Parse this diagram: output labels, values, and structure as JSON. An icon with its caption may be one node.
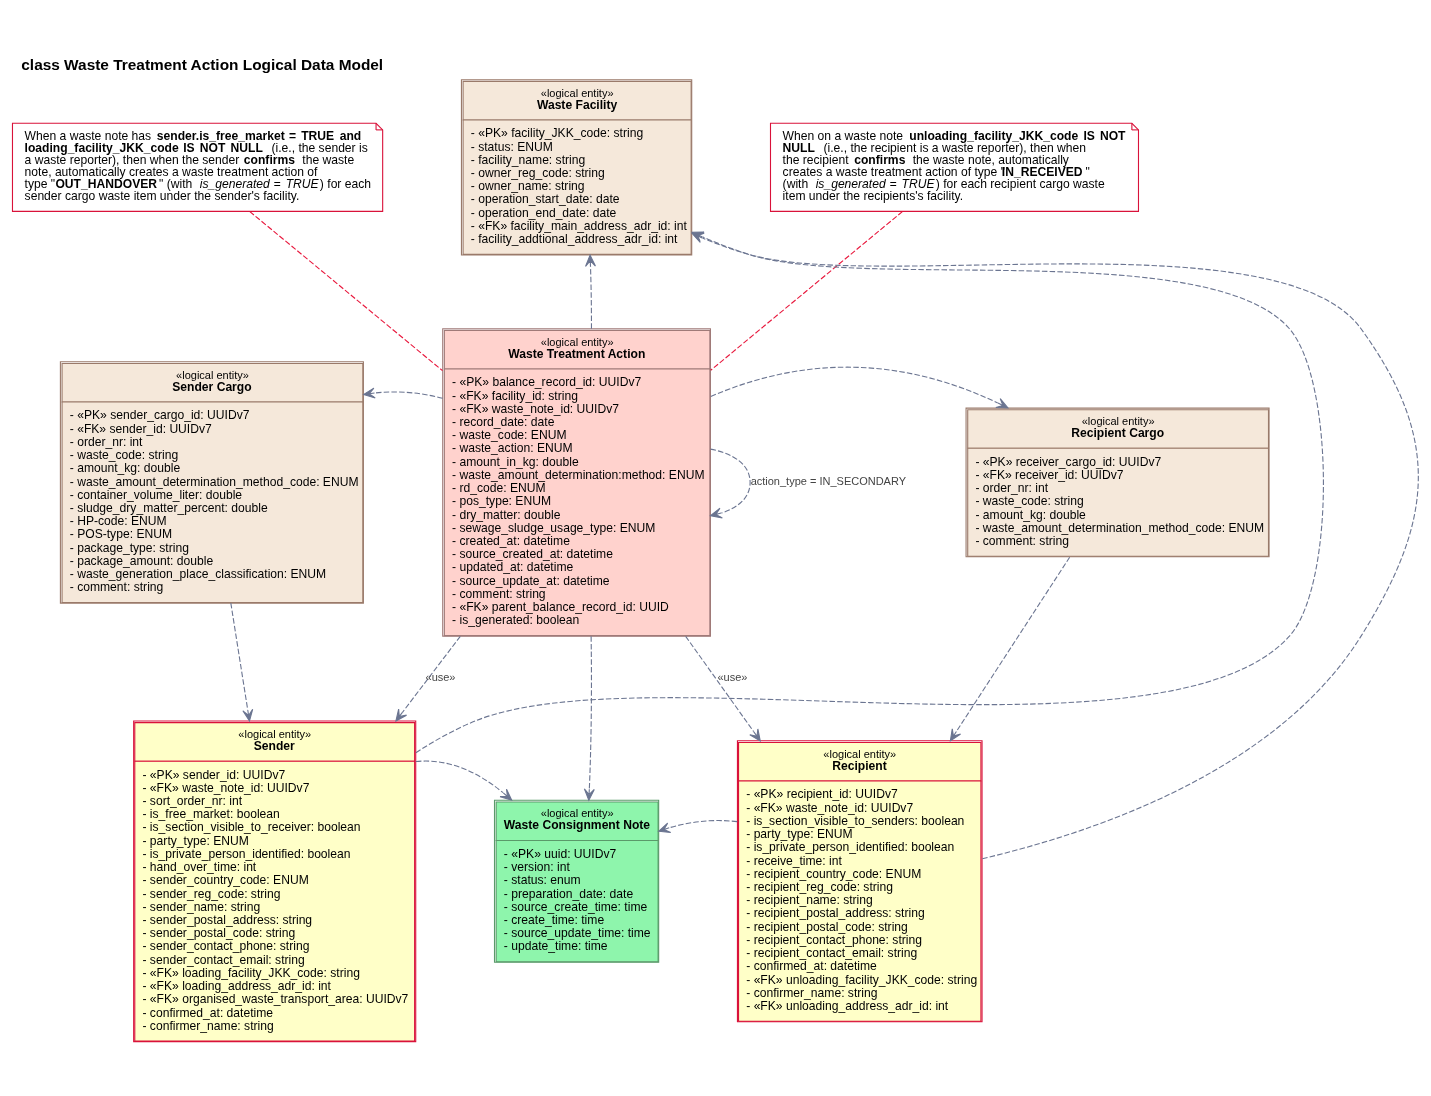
{
  "diagram": {
    "title": "class Waste Treatment Action Logical Data Model",
    "nodes": [
      {
        "text": [
          "When a waste note has **sender.is_free_market = TRUE and loading_facility_JKK_code IS NOT NULL** (i.e., the sender is a waste reporter), then when the sender **confirms** the waste note, automatically creates a waste treatment action of type \"**OUT_HANDOVER**\" (with *is_generated = TRUE*) for each sender cargo waste item under the sender's facility."
        ]
      },
      {
        "text": [
          "«logical entity»",
          "Waste Facility",
          "- «PK» facility_JKK_code: string",
          "- status: ENUM",
          "- facility_name: string",
          "- owner_reg_code: string",
          "- owner_name: string",
          "- operation_start_date: date",
          "- operation_end_date: date",
          "- «FK» facility_main_address_adr_id: int",
          "- facility_addtional_address_adr_id: int"
        ]
      },
      {
        "text": [
          "When on a waste note **unloading_facility_JKK_code IS NOT NULL** (i.e., the recipient is a waste reporter), then when the recipient **confirms** the waste note, automatically creates a waste treatment action of type \"**IN_RECEIVED**\" (with *is_generated = TRUE*) for each recipient cargo waste item under the recipients's facility."
        ]
      },
      {
        "text": [
          "«logical entity»",
          "Sender Cargo",
          "- «PK» sender_cargo_id: UUIDv7",
          "- «FK» sender_id: UUIDv7",
          "- order_nr: int",
          "- waste_code: string",
          "- amount_kg: double",
          "- waste_amount_determination_method_code: ENUM",
          "- container_volume_liter: double",
          "- sludge_dry_matter_percent: double",
          "- HP-code: ENUM",
          "- POS-type: ENUM",
          "- package_type: string",
          "- package_amount: double",
          "- waste_generation_place_classification: ENUM",
          "- comment: string"
        ]
      },
      {
        "text": [
          "«logical entity»",
          "Recipient Cargo",
          "- «PK» receiver_cargo_id: UUIDv7",
          "- «FK» receiver_id: UUIDv7",
          "- order_nr: int",
          "- waste_code: string",
          "- amount_kg: double",
          "- waste_amount_determination_method_code: ENUM",
          "- comment: string"
        ]
      },
      {
        "text": [
          "«logical entity»",
          "Waste Treatment Action",
          "- «PK» balance_record_id: UUIDv7",
          "- «FK» facility_id: string",
          "- «FK» waste_note_id: UUIDv7",
          "- record_date: date",
          "- waste_code: ENUM",
          "- waste_action: ENUM",
          "- amount_in_kg: double",
          "- waste_amount_determination:method: ENUM",
          "- rd_code: ENUM",
          "- pos_type: ENUM",
          "- dry_matter: double",
          "- sewage_sludge_usage_type: ENUM",
          "- created_at: datetime",
          "- source_created_at: datetime",
          "- updated_at: datetime",
          "- source_update_at: datetime",
          "- comment: string",
          "- «FK» parent_balance_record_id: UUID",
          "- is_generated: boolean"
        ]
      },
      {
        "text": [
          "«logical entity»",
          "Sender",
          "- «PK» sender_id: UUIDv7",
          "- «FK» waste_note_id: UUIDv7",
          "- sort_order_nr: int",
          "- is_free_market: boolean",
          "- is_section_visible_to_receiver: boolean",
          "- party_type: ENUM",
          "- is_private_person_identified: boolean",
          "- hand_over_time: int",
          "- sender_country_code: ENUM",
          "- sender_reg_code: string",
          "- sender_name: string",
          "- sender_postal_address: string",
          "- sender_postal_code: string",
          "- sender_contact_phone: string",
          "- sender_contact_email: string",
          "- «FK» loading_facility_JKK_code: string",
          "- «FK» loading_address_adr_id: int",
          "- «FK» organised_waste_transport_area: UUIDv7",
          "- confirmed_at: datetime",
          "- confirmer_name: string"
        ]
      },
      {
        "text": [
          "«logical entity»",
          "Recipient",
          "- «PK» recipient_id: UUIDv7",
          "- «FK» waste_note_id: UUIDv7",
          "- is_section_visible_to_senders: boolean",
          "- party_type: ENUM",
          "- is_private_person_identified: boolean",
          "- receive_time: int",
          "- recipient_country_code: ENUM",
          "- recipient_reg_code: string",
          "- recipient_name: string",
          "- recipient_postal_address: string",
          "- recipient_postal_code: string",
          "- recipient_contact_phone: string",
          "- recipient_contact_email: string",
          "- confirmed_at: datetime",
          "- «FK» unloading_facility_JKK_code: string",
          "- confirmer_name: string",
          "- «FK» unloading_address_adr_id: int"
        ]
      },
      {
        "text": [
          "«logical entity»",
          "Waste Consignment Note",
          "- «PK» uuid: UUIDv7",
          "- version: int",
          "- status: enum",
          "- preparation_date: date",
          "- source_create_time: time",
          "- create_time: time",
          "- source_update_time: time",
          "- update_time: time"
        ]
      }
    ],
    "edges": [
      {
        "from": 0,
        "to": 5,
        "arrow": "none",
        "style": "dashed",
        "color": "#e8173c"
      },
      {
        "from": 2,
        "to": 5,
        "arrow": "none",
        "style": "dashed",
        "color": "#e8173c"
      },
      {
        "from": 6,
        "to": 1,
        "arrow": "to",
        "style": "dashed"
      },
      {
        "from": 5,
        "to": 1,
        "arrow": "to",
        "style": "dashed"
      },
      {
        "from": 7,
        "to": 1,
        "arrow": "to",
        "style": "dashed"
      },
      {
        "from": 5,
        "to": 3,
        "arrow": "to",
        "style": "dashed"
      },
      {
        "from": 5,
        "to": 4,
        "arrow": "to",
        "style": "dashed"
      },
      {
        "from": 5,
        "to": 5,
        "arrow": "to",
        "style": "dashed",
        "label": "action_type = IN_SECONDARY"
      },
      {
        "from": 3,
        "to": 6,
        "arrow": "to",
        "style": "dashed"
      },
      {
        "from": 4,
        "to": 7,
        "arrow": "to",
        "style": "dashed"
      },
      {
        "from": 5,
        "to": 6,
        "arrow": "to",
        "style": "dashed",
        "label": "«use»"
      },
      {
        "from": 5,
        "to": 7,
        "arrow": "to",
        "style": "dashed",
        "label": "«use»"
      },
      {
        "from": 5,
        "to": 8,
        "arrow": "to",
        "style": "dashed"
      },
      {
        "from": 6,
        "to": 8,
        "arrow": "to",
        "style": "dashed"
      },
      {
        "from": 7,
        "to": 8,
        "arrow": "to",
        "style": "dashed"
      }
    ]
  }
}
